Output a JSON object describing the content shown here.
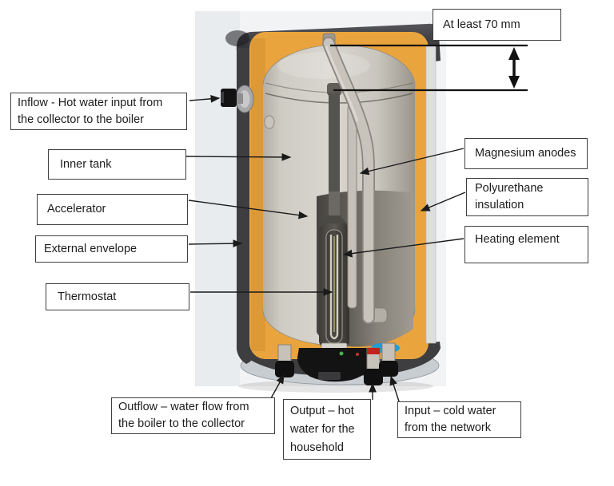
{
  "figure": {
    "description_labels": {
      "at_least_70mm": {
        "text": "At least 70 mm"
      },
      "inflow": {
        "lines": [
          "Inflow - Hot water input from",
          "the collector to the boiler"
        ]
      },
      "inner_tank": {
        "text": "Inner tank"
      },
      "accelerator": {
        "text": "Accelerator"
      },
      "external_envelope": {
        "text": "External envelope"
      },
      "thermostat": {
        "text": "Thermostat"
      },
      "magnesium_anodes": {
        "text": "Magnesium anodes"
      },
      "polyurethane_insulation": {
        "lines": [
          "Polyurethane",
          "insulation"
        ]
      },
      "heating_element": {
        "text": "Heating element"
      },
      "outflow": {
        "lines": [
          "Outflow – water flow from",
          "the boiler to the collector"
        ]
      },
      "output": {
        "lines": [
          "Output – hot",
          "water for the",
          "household"
        ]
      },
      "input": {
        "lines": [
          "Input – cold water",
          "from the network"
        ]
      }
    }
  },
  "colors": {
    "insulation_orange": "#E9A43E",
    "tank_beige": "#CFCBC3",
    "shell_dark": "#3E3E40",
    "pipe_gray": "#C6C2BA",
    "interior_dark": "#4A4742",
    "accent_blue": "#1E9CD7",
    "accent_red": "#C2231C",
    "base_rim": "#C8CDD1",
    "photo_bg": "#F1F3F5",
    "box_border": "#3F3F3F",
    "arrow_black": "#1A1A1A"
  }
}
